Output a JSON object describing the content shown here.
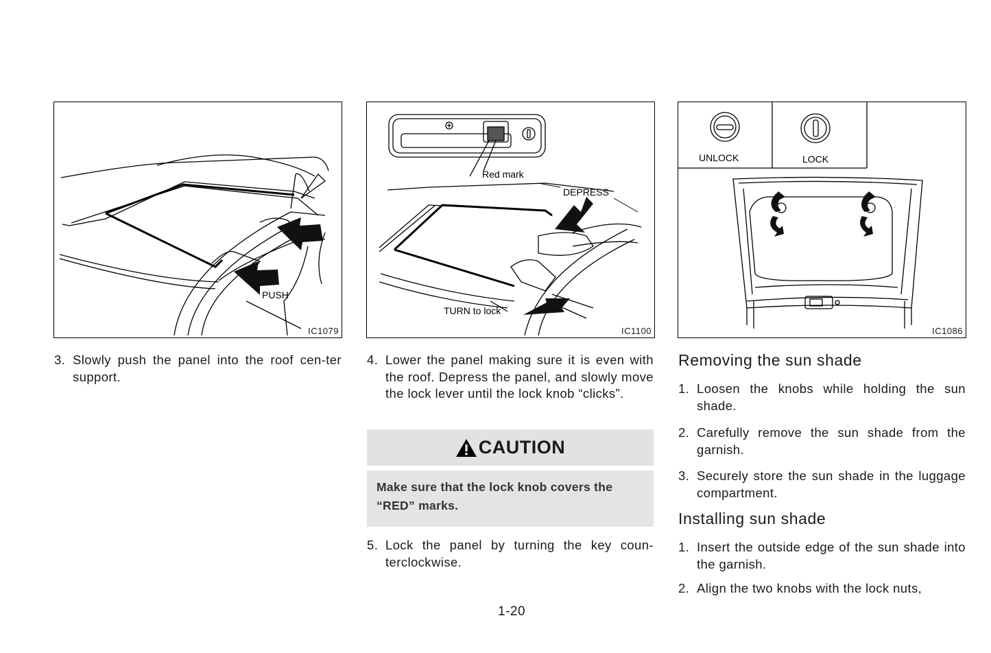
{
  "figures": {
    "fig1": {
      "code": "IC1079",
      "push_label": "PUSH"
    },
    "fig2": {
      "code": "IC1100",
      "red_mark_label": "Red mark",
      "depress_label": "DEPRESS",
      "turn_label": "TURN to lock"
    },
    "fig3": {
      "code": "IC1086",
      "unlock_label": "UNLOCK",
      "lock_label": "LOCK"
    }
  },
  "column1": {
    "steps": [
      {
        "num": "3.",
        "text": "Slowly push the panel into the roof cen-ter support."
      }
    ]
  },
  "column2": {
    "steps": [
      {
        "num": "4.",
        "text": "Lower the panel making sure it is even with the roof. Depress the panel, and slowly move the lock lever until the lock knob “clicks”."
      },
      {
        "num": "5.",
        "text": "Lock the panel by turning the key coun-terclockwise."
      }
    ],
    "caution": {
      "title": "CAUTION",
      "body": "Make sure that the lock knob covers the “RED” marks."
    }
  },
  "column3": {
    "removing": {
      "heading": "Removing the sun shade",
      "steps": [
        {
          "num": "1.",
          "text": "Loosen the knobs while holding the sun shade."
        },
        {
          "num": "2.",
          "text": "Carefully remove the sun shade from the garnish."
        },
        {
          "num": "3.",
          "text": "Securely store the sun shade in the luggage compartment."
        }
      ]
    },
    "installing": {
      "heading": "Installing sun shade",
      "steps": [
        {
          "num": "1.",
          "text": "Insert the outside edge of the sun shade into the garnish."
        },
        {
          "num": "2.",
          "text": "Align the two knobs with the lock nuts,"
        }
      ]
    }
  },
  "page_number": "1-20"
}
